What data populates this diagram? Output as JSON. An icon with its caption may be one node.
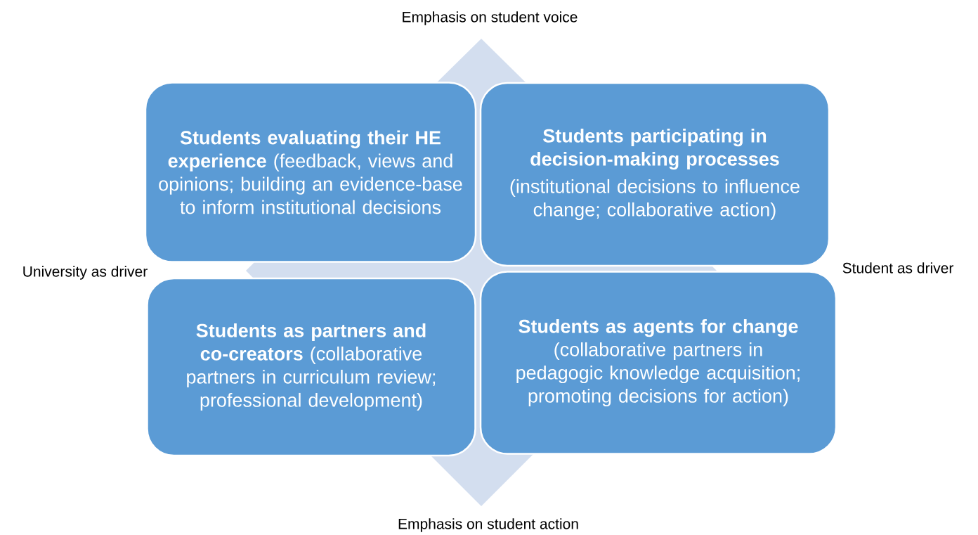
{
  "diagram": {
    "nodes": [
      {
        "text": [
          "**Students evaluating their HE experience** (feedback, views and opinions; building an evidence-base to inform institutional decisions"
        ]
      },
      {
        "text": [
          "Students participating in decision-making processes",
          "(institutional decisions to influence change; collaborative action)"
        ]
      },
      {
        "text": [
          "**Students as partners and co-creators** (collaborative partners in curriculum review; professional development)"
        ]
      },
      {
        "text": [
          "**Students as agents for change** (collaborative partners in pedagogic knowledge acquisition; promoting decisions for action)"
        ]
      }
    ],
    "labels": [
      "Emphasis on student voice",
      "University as driver",
      "Student as driver",
      "Emphasis on student action"
    ]
  }
}
